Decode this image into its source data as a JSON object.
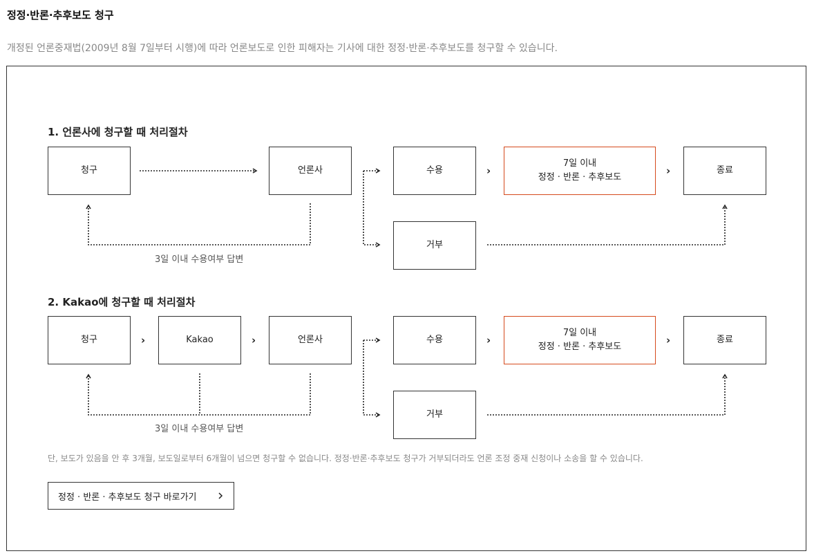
{
  "title": "정정·반론·추후보도 청구",
  "intro": "개정된 언론중재법(2009년 8월 7일부터 시행)에 따라 언론보도로 인한 피해자는 기사에 대한 정정·반론·추후보도를 청구할 수 있습니다.",
  "flow1": {
    "title": "1. 언론사에 청구할 때 처리절차",
    "request": "청구",
    "media": "언론사",
    "accept": "수용",
    "result_line1": "7일 이내",
    "result_line2": "정정 · 반론 · 추후보도",
    "end": "종료",
    "reject": "거부",
    "reply_note": "3일 이내 수용여부 답변"
  },
  "flow2": {
    "title": "2. Kakao에 청구할 때 처리절차",
    "request": "청구",
    "kakao": "Kakao",
    "media": "언론사",
    "accept": "수용",
    "result_line1": "7일 이내",
    "result_line2": "정정 · 반론 · 추후보도",
    "end": "종료",
    "reject": "거부",
    "reply_note": "3일 이내 수용여부 답변"
  },
  "footnote": "단, 보도가 있음을 안 후 3개월, 보도일로부터 6개월이 넘으면 청구할 수 없습니다. 정정·반론·추후보도 청구가 거부되더라도 언론 조정 중재 신청이나 소송을 할 수 있습니다.",
  "link_label": "정정 · 반론 · 추후보도 청구 바로가기",
  "icons": {
    "chevron": "chevron-right-icon",
    "arrow": "arrow-icon"
  },
  "colors": {
    "highlight_border": "#d5491b"
  }
}
